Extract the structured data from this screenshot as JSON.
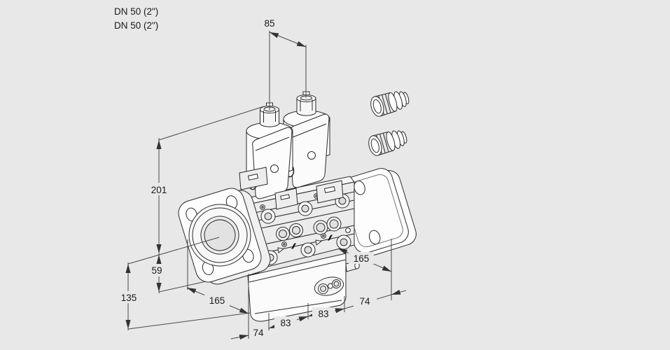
{
  "canvas": {
    "background": "#e8e8e8",
    "drawing_stroke": "#2a2a2a",
    "dimension_line_color": "#4a4a4a",
    "text_color": "#1a1a1a"
  },
  "connection_labels": {
    "dn_line1": "DN 50 (2\")",
    "dn_line2": "DN 50 (2\")"
  },
  "dimensions": {
    "top_span": "85",
    "height_total": "201",
    "height_flange_center": "59",
    "height_lower": "135",
    "length_left": "165",
    "depth_left": "74",
    "width_left": "83",
    "width_right": "83",
    "depth_right": "74",
    "length_right": "165"
  }
}
